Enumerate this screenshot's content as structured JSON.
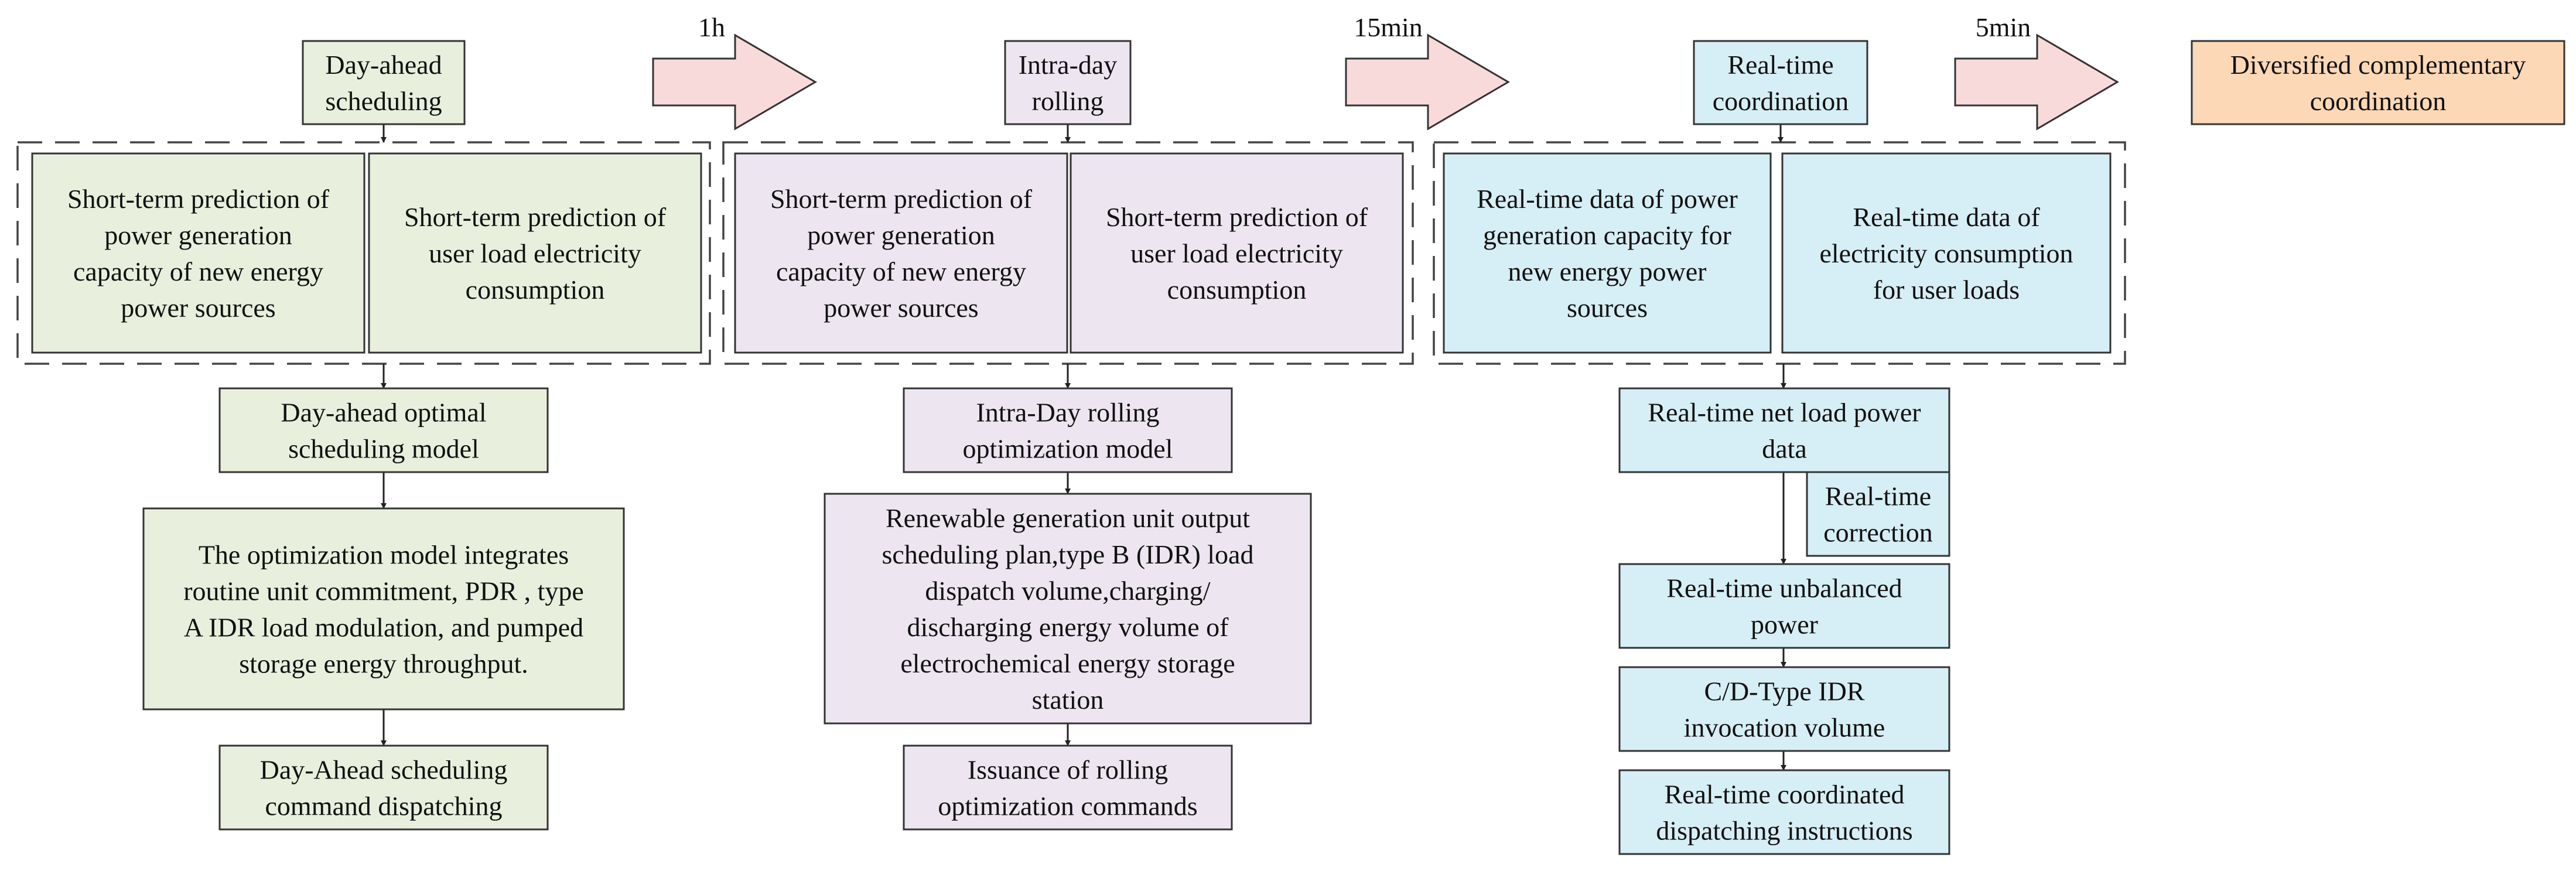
{
  "colors": {
    "green": "#e8f0dd",
    "purple": "#ede6f0",
    "blue": "#d6eef5",
    "orange": "#fcd8b6",
    "pink_arrow": "#f9dada"
  },
  "stages": {
    "day_ahead": [
      "Day-ahead",
      "scheduling"
    ],
    "intra_day": [
      "Intra-day",
      "rolling"
    ],
    "real_time": [
      "Real-time",
      "coordination"
    ],
    "diversified": [
      "Diversified complementary",
      "coordination"
    ]
  },
  "intervals": [
    "1h",
    "15min",
    "5min"
  ],
  "day_ahead": {
    "source_gen": [
      "Short-term prediction of",
      "power generation",
      "capacity of new energy",
      "power sources"
    ],
    "load_pred": [
      "Short-term prediction of",
      "user load electricity",
      "consumption"
    ],
    "model": [
      "Day-ahead optimal",
      "scheduling model"
    ],
    "integrates": [
      "The optimization model integrates",
      "routine unit commitment, PDR , type",
      "A IDR load modulation, and pumped",
      "storage energy throughput."
    ],
    "command": [
      "Day-Ahead scheduling",
      "command dispatching"
    ]
  },
  "intra_day": {
    "source_gen": [
      "Short-term prediction of",
      "power generation",
      "capacity of new energy",
      "power sources"
    ],
    "load_pred": [
      "Short-term prediction of",
      "user load electricity",
      "consumption"
    ],
    "model": [
      "Intra-Day rolling",
      "optimization model"
    ],
    "plan": [
      "Renewable generation unit output",
      "scheduling plan,type B (IDR) load",
      "dispatch volume,charging/",
      "discharging energy volume of",
      "electrochemical energy storage",
      "station"
    ],
    "command": [
      "Issuance of rolling",
      "optimization commands"
    ]
  },
  "real_time": {
    "gen_data": [
      "Real-time data of power",
      "generation capacity for",
      "new energy power",
      "sources"
    ],
    "load_data": [
      "Real-time data of",
      "electricity consumption",
      "for user loads"
    ],
    "net_load": [
      "Real-time net load power",
      "data"
    ],
    "correction": [
      "Real-time",
      "correction"
    ],
    "unbalanced": [
      "Real-time unbalanced",
      "power"
    ],
    "idr": [
      "C/D-Type IDR",
      "invocation volume"
    ],
    "instructions": [
      "Real-time coordinated",
      "dispatching instructions"
    ]
  }
}
